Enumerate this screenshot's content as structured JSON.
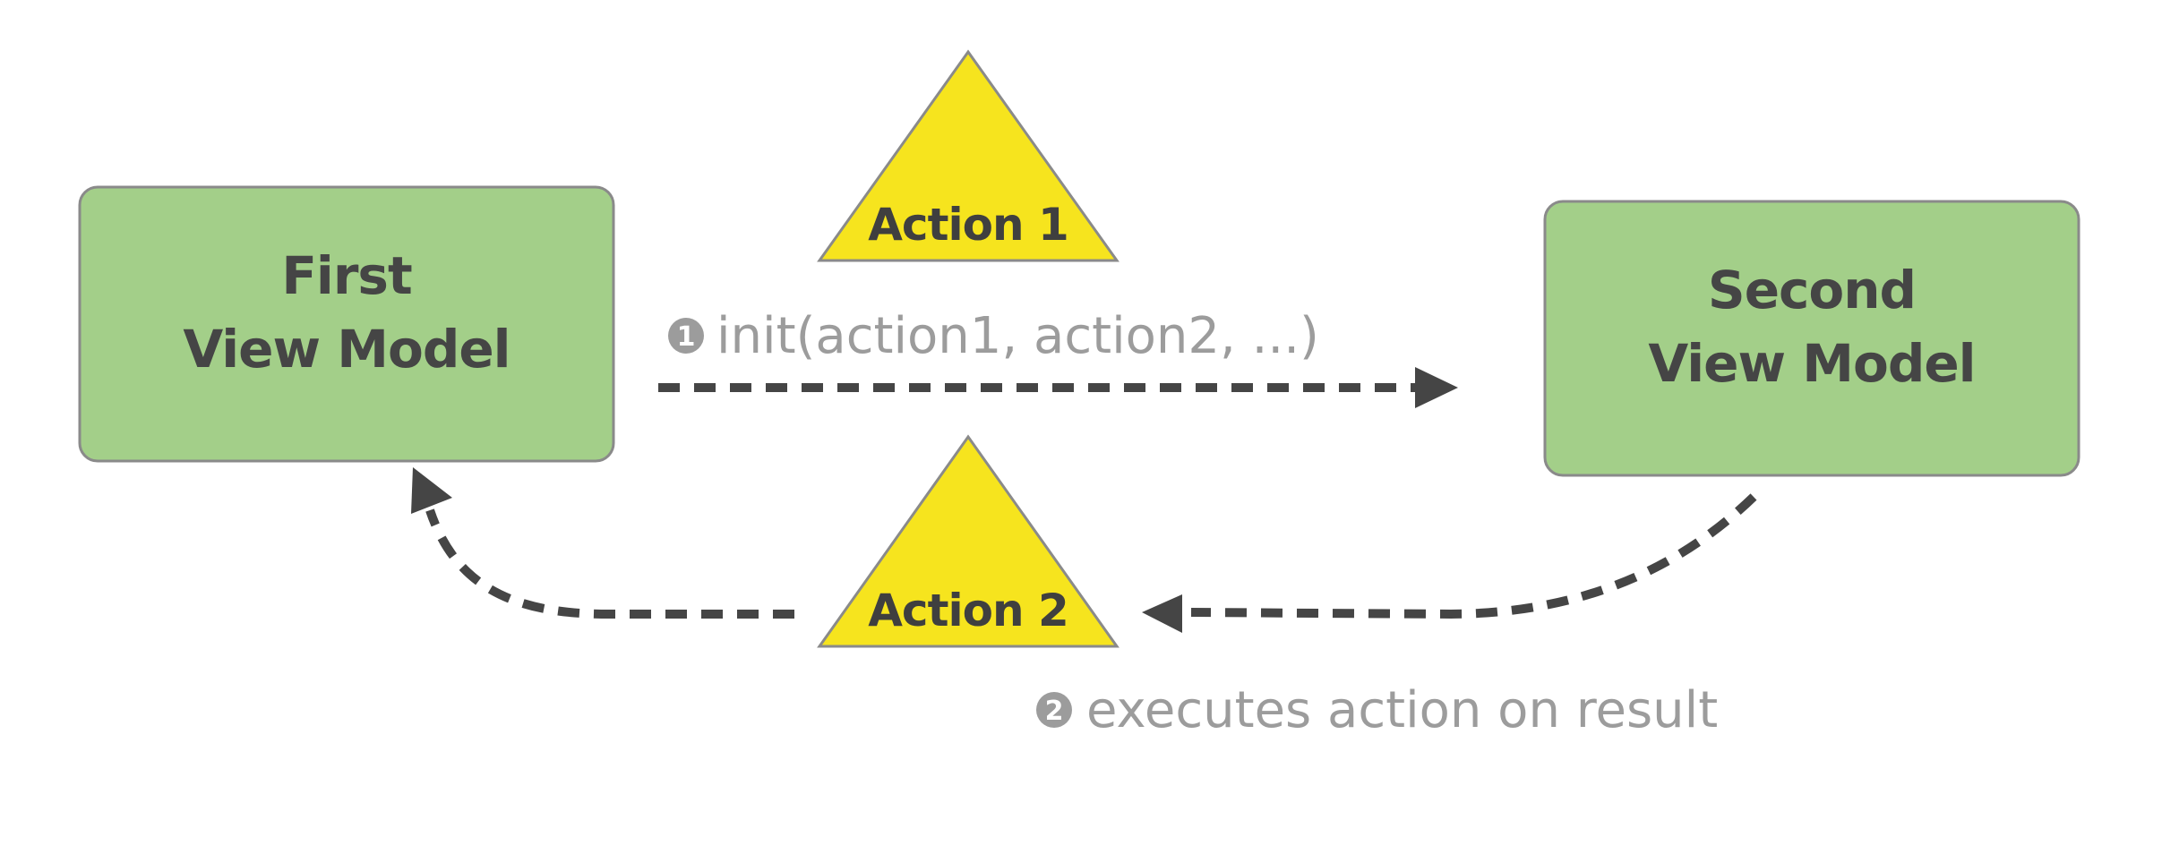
{
  "nodes": {
    "first": {
      "line1": "First",
      "line2": "View Model"
    },
    "second": {
      "line1": "Second",
      "line2": "View Model"
    }
  },
  "actions": {
    "action1": "Action 1",
    "action2": "Action 2"
  },
  "steps": {
    "step1": {
      "number": "1",
      "text": "init(action1, action2, ...)"
    },
    "step2": {
      "number": "2",
      "text": "executes action on result"
    }
  },
  "colors": {
    "node_fill": "#a3cf89",
    "node_stroke": "#8a8a8a",
    "action_fill": "#f6e41e",
    "arrow": "#454545",
    "note_text": "#9c9c9c"
  }
}
